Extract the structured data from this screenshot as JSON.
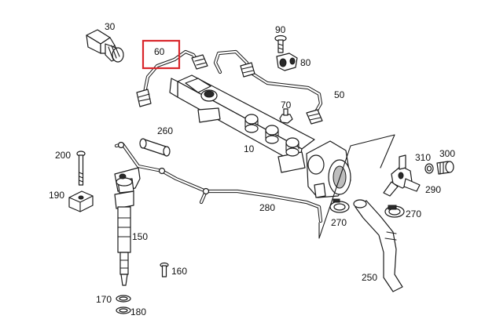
{
  "diagram": {
    "highlight_color": "#d9262b",
    "parts": [
      {
        "id": "p30",
        "label": "30"
      },
      {
        "id": "p60",
        "label": "60",
        "highlighted": true
      },
      {
        "id": "p90",
        "label": "90"
      },
      {
        "id": "p80",
        "label": "80"
      },
      {
        "id": "p50",
        "label": "50"
      },
      {
        "id": "p70",
        "label": "70"
      },
      {
        "id": "p260",
        "label": "260"
      },
      {
        "id": "p10",
        "label": "10"
      },
      {
        "id": "p200",
        "label": "200"
      },
      {
        "id": "p190",
        "label": "190"
      },
      {
        "id": "p310",
        "label": "310"
      },
      {
        "id": "p300",
        "label": "300"
      },
      {
        "id": "p290",
        "label": "290"
      },
      {
        "id": "p280",
        "label": "280"
      },
      {
        "id": "p270a",
        "label": "270"
      },
      {
        "id": "p270b",
        "label": "270"
      },
      {
        "id": "p150",
        "label": "150"
      },
      {
        "id": "p160",
        "label": "160"
      },
      {
        "id": "p250",
        "label": "250"
      },
      {
        "id": "p170",
        "label": "170"
      },
      {
        "id": "p180",
        "label": "180"
      }
    ]
  }
}
